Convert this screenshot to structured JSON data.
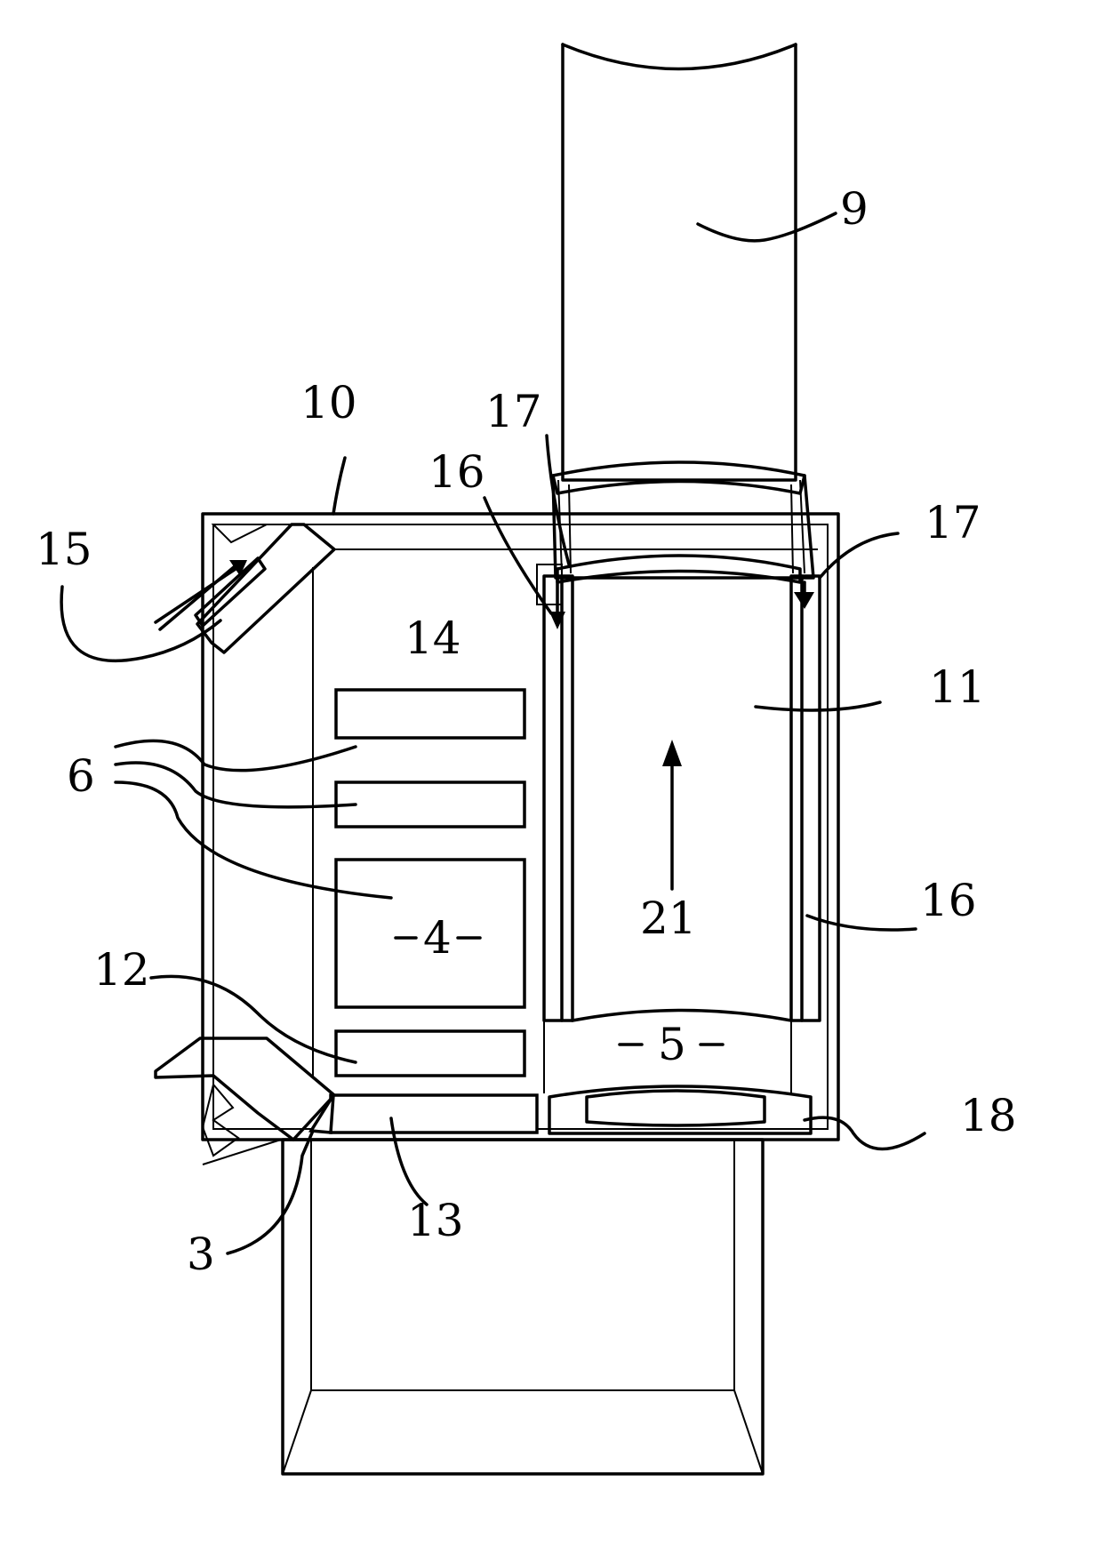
{
  "labels": {
    "l9": "9",
    "l10": "10",
    "l17a": "17",
    "l16a": "16",
    "l17b": "17",
    "l15": "15",
    "l14": "14",
    "l11": "11",
    "l6": "6",
    "l21": "21",
    "l16b": "16",
    "l4": "4",
    "l12": "12",
    "l5": "5",
    "l18": "18",
    "l13": "13",
    "l3": "3"
  }
}
